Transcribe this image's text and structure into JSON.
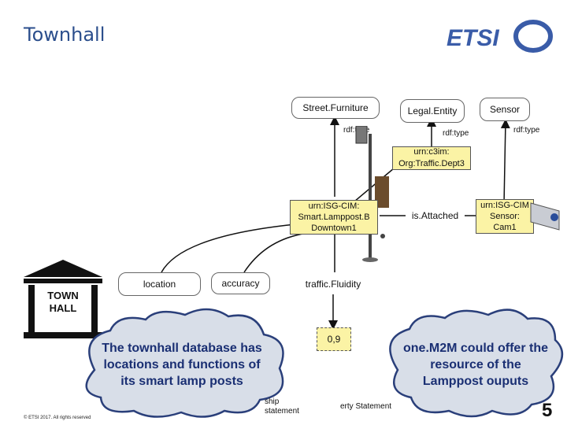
{
  "header": {
    "title": "Townhall",
    "logo_text": "ETSI"
  },
  "nodes": {
    "street_furniture": "Street.Furniture",
    "legal_entity": "Legal.Entity",
    "sensor": "Sensor",
    "org": "urn:c3im:\nOrg:Traffic.Dept3",
    "lamppost": "urn:ISG-CIM:\nSmart.Lamppost.B\nDowntown1",
    "is_attached": "is.Attached",
    "cam": "urn:ISG-CIM\nSensor:\nCam1",
    "location": "location",
    "accuracy": "accuracy",
    "traffic_fluidity": "traffic.Fluidity",
    "value": "0,9",
    "relationship": "ship\nstatement",
    "property_statement": "erty Statement"
  },
  "edge_labels": {
    "rdf_type_1": "rdf:type",
    "rdf_type_2": "rdf:type",
    "rdf_type_3": "rdf:type"
  },
  "townhall_sign": {
    "line1": "TOWN",
    "line2": "HALL"
  },
  "clouds": {
    "left": "The townhall database has locations and functions of its smart lamp posts",
    "right": "one.M2M could offer the resource of the Lamppost ouputs"
  },
  "footer": {
    "copyright": "© ETSI 2017. All rights reserved",
    "page": "5"
  },
  "colors": {
    "title": "#2b4e8c",
    "node_yellow": "#fbf3a5",
    "cloud_fill": "#d8dee8",
    "cloud_text": "#1a2f73"
  }
}
